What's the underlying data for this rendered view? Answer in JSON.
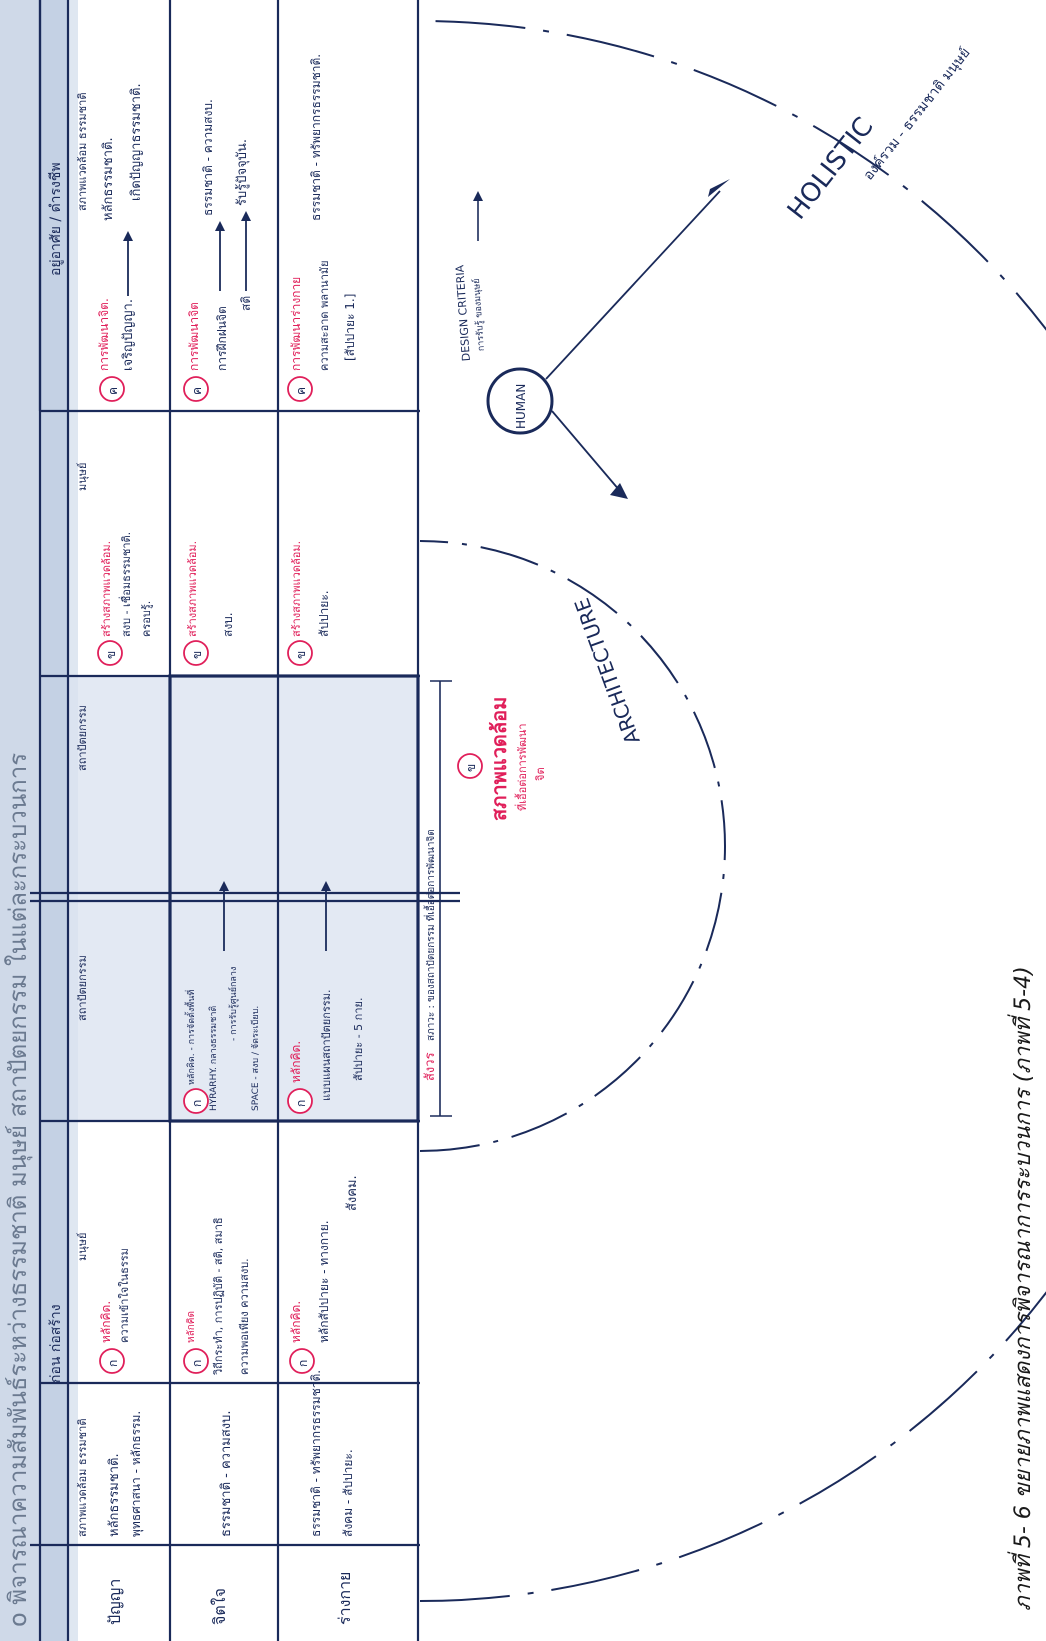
{
  "caption": "ภาพที่ 5- 6 ขยายภาพแสดงการพิจารณาการระบวนการ (ภาพที่ 5-4)",
  "header": "o พิจารณาความสัมพันธ์ระหว่างธรรมชาติ มนุษย์ สถาปัตยกรรม ในแต่ละกระบวนการ",
  "stage_headers": {
    "before": "ก่อน ก่อสร้าง",
    "after": "อยู่อาศัย / ดำรงชีพ"
  },
  "row_labels": [
    "ปัญญา",
    "จิตใจ",
    "ร่างกาย"
  ],
  "column_subheads": [
    "สภาพแวดล้อม ธรรมชาติ",
    "มนุษย์",
    "สถาปัตยกรรม",
    "สถาปัตยกรรม",
    "มนุษย์",
    "สภาพแวดล้อม ธรรมชาติ"
  ],
  "cells": {
    "r1c1": [
      "หลักธรรมชาติ.",
      "พุทธศาสนา - หลักธรรม."
    ],
    "r1c2": [
      "หลักคิด.",
      "ความเข้าใจในธรรม"
    ],
    "r1c4": [
      "สร้างสภาพแวดล้อม.",
      "สงบ - เชื่อมธรรมชาติ.",
      "ครอบรู้."
    ],
    "r1c5": [
      "การพัฒนาจิต.",
      "เจริญปัญญา."
    ],
    "r1c6": [
      "หลักธรรมชาติ.",
      "เกิดปัญญาธรรมชาติ."
    ],
    "r2c1": [
      "ธรรมชาติ - ความสงบ."
    ],
    "r2c2": [
      "หลักคิด",
      "วิถีกระทำ, การปฏิบัติ - สติ, สมาธิ",
      "ความพอเพียง ความสงบ."
    ],
    "r2c3": [
      "หลักคิด. - การจัดตั้งพื้นที่",
      "HYRARHY. กลางธรรมชาติ",
      "- การรับรู้ศูนย์กลาง",
      "SPACE - สงบ / จัดระเบียบ."
    ],
    "r2c4": [
      "สร้างสภาพแวดล้อม.",
      "สงบ."
    ],
    "r2c5": [
      "การพัฒนาจิต",
      "การฝึกฝนจิต",
      "สติ"
    ],
    "r2c6": [
      "ธรรมชาติ - ความสงบ.",
      "รับรู้ปัจจุบัน."
    ],
    "r3c1": [
      "ธรรมชาติ - ทรัพยากรธรรมชาติ.",
      "สังคม - สัปปายะ."
    ],
    "r3c2": [
      "หลักคิด.",
      "หลักสัปปายะ - ทางกาย.",
      "สังคม."
    ],
    "r3c3": [
      "หลักคิด.",
      "แบบแผนสถาปัตยกรรม.",
      "สัปปายะ - 5 กาย."
    ],
    "r3c4": [
      "สร้างสภาพแวดล้อม.",
      "สัปปายะ."
    ],
    "r3c5": [
      "การพัฒนาร่างกาย",
      "ความสะอาด พลานามัย",
      "[สัปปายะ 1.]"
    ],
    "r3c6": [
      "ธรรมชาติ - ทรัพยากรธรรมชาติ."
    ],
    "circle_letters": [
      "ก",
      "ข",
      "ค"
    ],
    "bracket_label": [
      "สังวร",
      "สภาวะ : ของสถาปัตยกรรม ที่เอื้อต่อการพัฒนาจิต"
    ],
    "environment": [
      "สภาพแวดล้อม",
      "ที่เอื้อต่อการพัฒนา",
      "จิต"
    ],
    "human": "HUMAN",
    "architecture": "ARCHITECTURE",
    "design_criteria": [
      "DESIGN CRITERIA",
      "การรับรู้ ของมนุษย์"
    ],
    "holistic": "HOLISTIC",
    "holistic_note": "องค์รวม - ธรรมชาติ มนุษย์"
  },
  "colors": {
    "shade": "#cfd9e8",
    "ink": "#1a2a5a",
    "red": "#e01f5a",
    "caption": "#1a1a1a"
  }
}
